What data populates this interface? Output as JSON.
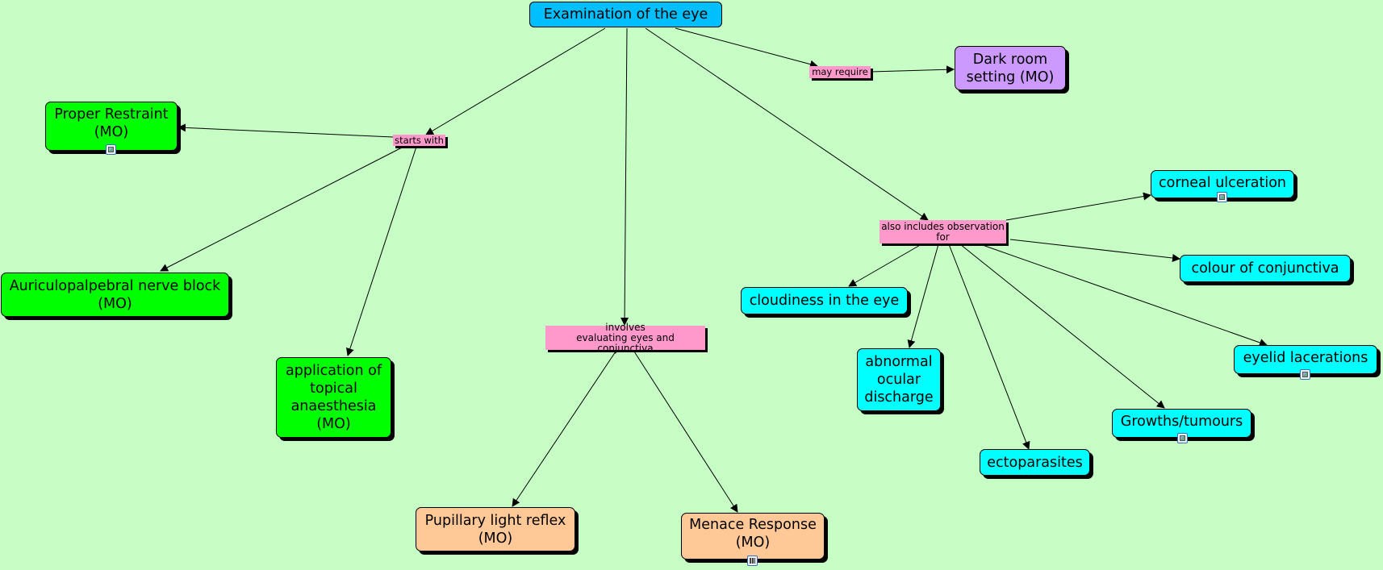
{
  "colors": {
    "background": "#c6fec6",
    "root": "#00bfff",
    "restraint_group": "#00ff00",
    "pupil_group": "#ffc896",
    "dark_room": "#cc99ff",
    "observation_group": "#00ffff",
    "link_label": "#ff99cc"
  },
  "concepts": {
    "root": "Examination of  the eye",
    "dark_room": "Dark room\nsetting (MO)",
    "proper_restraint": "Proper Restraint\n(MO)",
    "auriculopalpebral": "Auriculopalpebral nerve block\n(MO)",
    "topical_anaesthesia": "application of\ntopical\nanaesthesia\n(MO)",
    "pupillary": "Pupillary light reflex\n(MO)",
    "menace": "Menace Response\n(MO)",
    "corneal": "corneal ulceration",
    "conjunctiva_colour": "colour of conjunctiva",
    "cloudiness": "cloudiness in the eye",
    "discharge": "abnormal\nocular\ndischarge",
    "ectoparasites": "ectoparasites",
    "growths": "Growths/tumours",
    "eyelid": "eyelid lacerations"
  },
  "links": {
    "may_require": "may require",
    "starts_with": "starts with",
    "involves": "involves\nevaluating eyes and conjunctiva",
    "also_includes": "also includes observation\nfor"
  },
  "resource_icons": {
    "proper_restraint": "image-icon",
    "corneal": "image-icon",
    "eyelid": "image-icon",
    "growths": "image-icon",
    "menace": "video-icon"
  }
}
